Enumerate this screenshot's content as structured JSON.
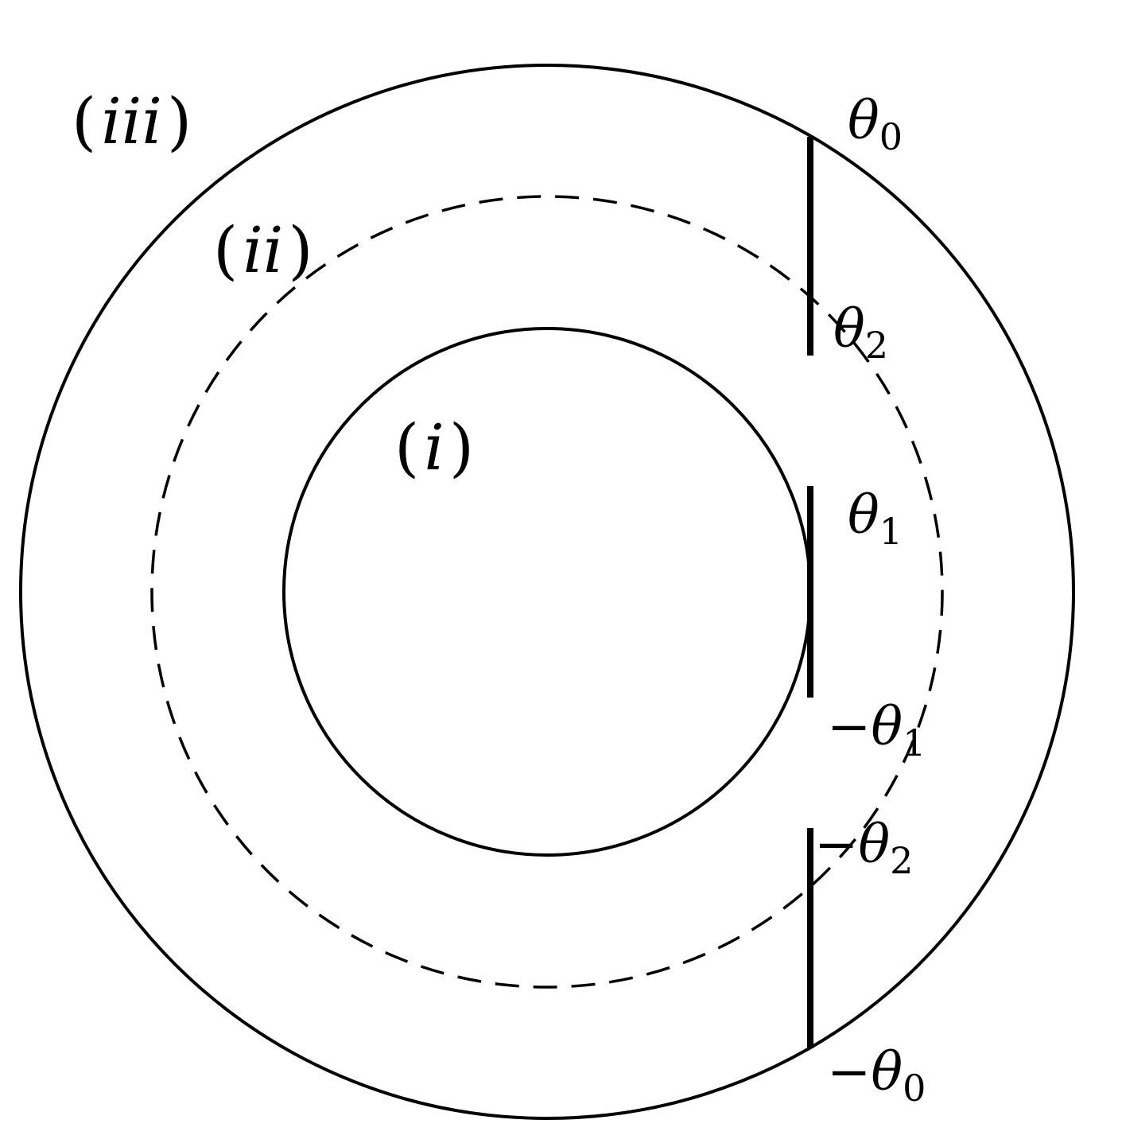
{
  "colors": {
    "stroke": "#000000",
    "background": "#ffffff"
  },
  "region_labels": {
    "outer": {
      "open": "(",
      "text": "iii",
      "close": ")"
    },
    "middle": {
      "open": "(",
      "text": "ii",
      "close": ")"
    },
    "inner": {
      "open": "(",
      "text": "i",
      "close": ")"
    }
  },
  "angle_labels": {
    "theta0": {
      "minus": "",
      "symbol": "θ",
      "sub": "0"
    },
    "theta2": {
      "minus": "",
      "symbol": "θ",
      "sub": "2"
    },
    "theta1": {
      "minus": "",
      "symbol": "θ",
      "sub": "1"
    },
    "neg_theta1": {
      "minus": "−",
      "symbol": "θ",
      "sub": "1"
    },
    "neg_theta2": {
      "minus": "−",
      "symbol": "θ",
      "sub": "2"
    },
    "neg_theta0": {
      "minus": "−",
      "symbol": "θ",
      "sub": "0"
    }
  }
}
